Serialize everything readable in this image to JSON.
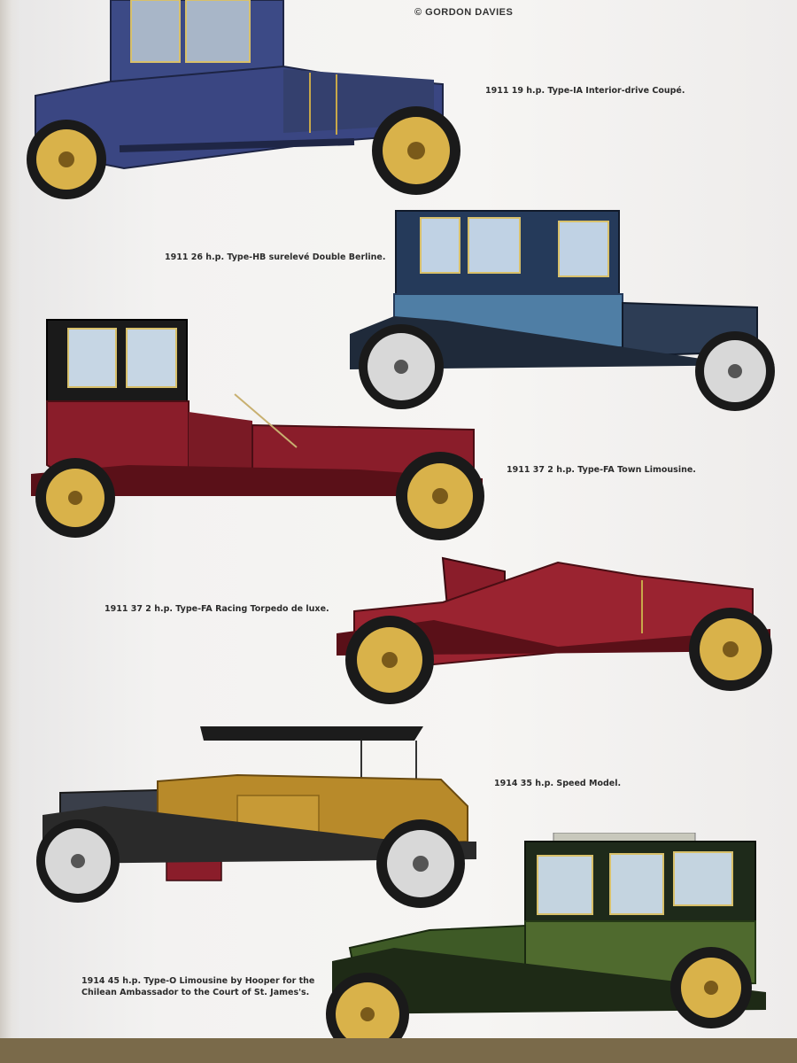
{
  "credit": "© GORDON DAVIES",
  "captions": [
    {
      "text": "1911 19 h.p. Type-IA Interior-drive Coupé."
    },
    {
      "text": "1911 26 h.p. Type-HB surelevé Double Berline."
    },
    {
      "text": "1911 37 2 h.p. Type-FA Town Limousine."
    },
    {
      "text": "1911 37 2 h.p. Type-FA Racing Torpedo de luxe."
    },
    {
      "text": "1914 35 h.p. Speed Model."
    },
    {
      "line1": "1914 45 h.p. Type-O Limousine by Hooper for the",
      "line2": "Chilean Ambassador to the Court of St. James's."
    }
  ],
  "colors": {
    "coupe_body": "#3c4a86",
    "berline_body": "#4f7ea5",
    "town_body": "#8a1d2a",
    "torpedo_body": "#9a2330",
    "speed_body": "#b88a2a",
    "limo_body": "#4f6a2e",
    "wheel_yellow": "#d9b24a"
  }
}
